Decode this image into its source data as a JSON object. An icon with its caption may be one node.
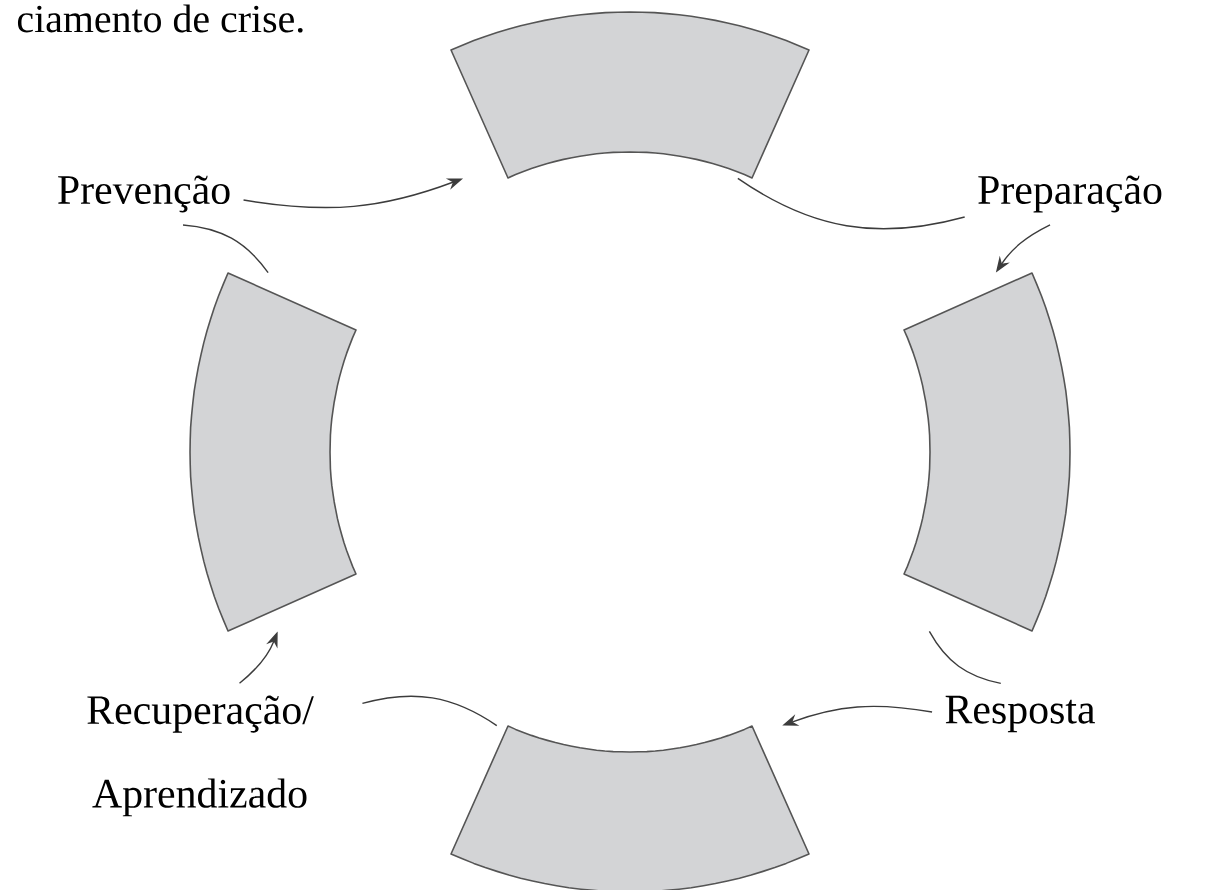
{
  "diagram": {
    "nodes": [
      {
        "text": [],
        "shape": "box"
      },
      {
        "text": [
          "Prevenção"
        ]
      },
      {
        "text": [
          "Preparação"
        ]
      },
      {
        "text": [],
        "shape": "box"
      },
      {
        "text": [],
        "shape": "box"
      },
      {
        "text": [
          "Recuperação/ Aprendizado"
        ]
      },
      {
        "text": [
          "Resposta"
        ]
      },
      {
        "text": [],
        "shape": "box"
      }
    ],
    "edges": [
      {
        "from": 0,
        "to": 2,
        "arrow": "none"
      },
      {
        "from": 2,
        "to": 4,
        "arrow": "to"
      },
      {
        "from": 4,
        "to": 6,
        "arrow": "none"
      },
      {
        "from": 6,
        "to": 7,
        "arrow": "to"
      },
      {
        "from": 7,
        "to": 5,
        "arrow": "none"
      },
      {
        "from": 5,
        "to": 3,
        "arrow": "to"
      },
      {
        "from": 3,
        "to": 1,
        "arrow": "none"
      },
      {
        "from": 1,
        "to": 0,
        "arrow": "to"
      }
    ],
    "labels": [
      "ciamento de crise."
    ]
  }
}
